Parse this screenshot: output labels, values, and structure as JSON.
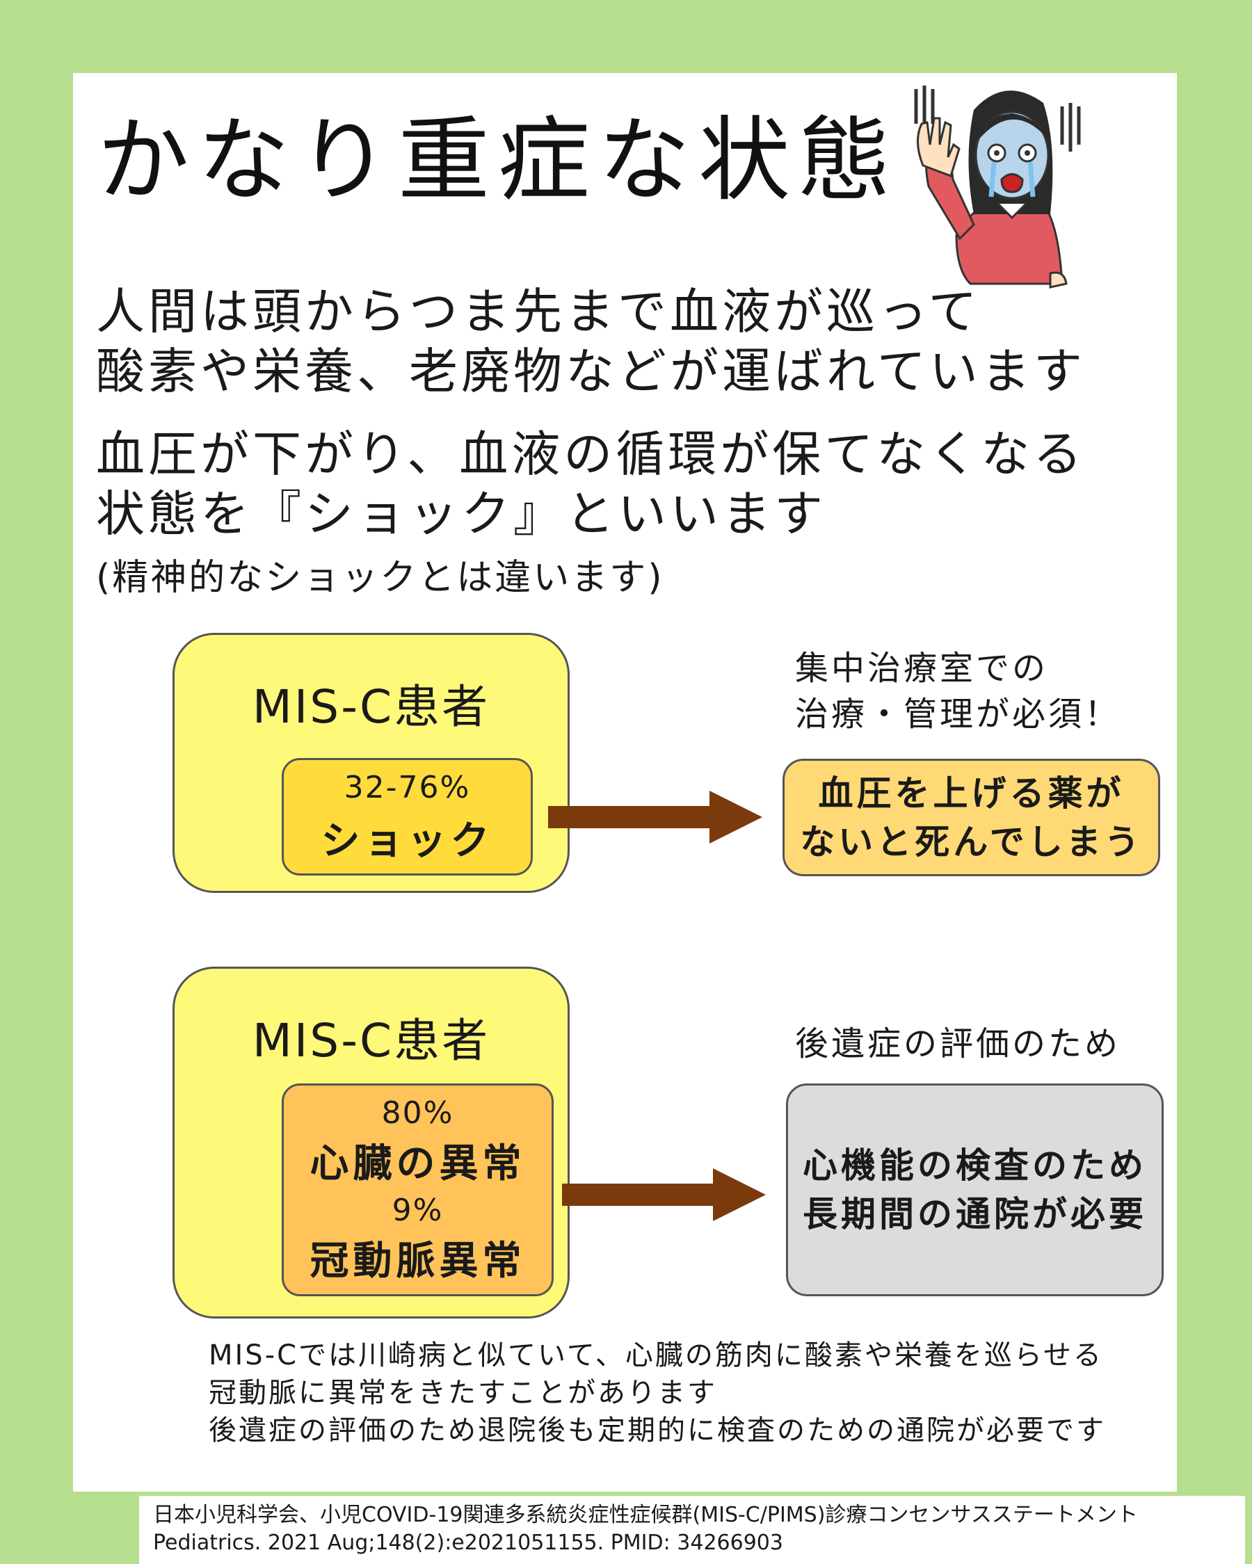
{
  "title": "かなり重症な状態",
  "intro": {
    "line1": "人間は頭からつま先まで血液が巡って",
    "line2": "酸素や栄養、老廃物などが運ばれています",
    "line3": "血圧が下がり、血液の循環が保てなくなる",
    "line4": "状態を『ショック』といいます",
    "note": "(精神的なショックとは違います)"
  },
  "block1": {
    "outer_label": "MIS-C患者",
    "pct": "32-76%",
    "label": "ショック",
    "caption_line1": "集中治療室での",
    "caption_line2": "治療・管理が必須！",
    "result_line1": "血圧を上げる薬が",
    "result_line2": "ないと死んでしまう"
  },
  "block2": {
    "outer_label": "MIS-C患者",
    "pct1": "80%",
    "label1": "心臓の異常",
    "pct2": "9%",
    "label2": "冠動脈異常",
    "caption": "後遺症の評価のため",
    "result_line1": "心機能の検査のため",
    "result_line2": "長期間の通院が必要"
  },
  "bottom": {
    "line1": "MIS-Cでは川崎病と似ていて、心臓の筋肉に酸素や栄養を巡らせる",
    "line2": "冠動脈に異常をきたすことがあります",
    "line3": "後遺症の評価のため退院後も定期的に検査のための通院が必要です"
  },
  "reference": {
    "line1": "日本小児科学会、小児COVID-19関連多系統炎症性症候群(MIS-C/PIMS)診療コンセンサスステートメント",
    "line2": "Pediatrics. 2021 Aug;148(2):e2021051155. PMID: 34266903"
  },
  "colors": {
    "background": "#b5de8e",
    "outer_box": "#fff97a",
    "shock_box": "#ffdc3c",
    "heart_box": "#ffc35a",
    "result1_box": "#ffd975",
    "result2_box": "#dcdcdc",
    "arrow": "#7a3a0c"
  },
  "illustration": "distressed-woman-icon"
}
